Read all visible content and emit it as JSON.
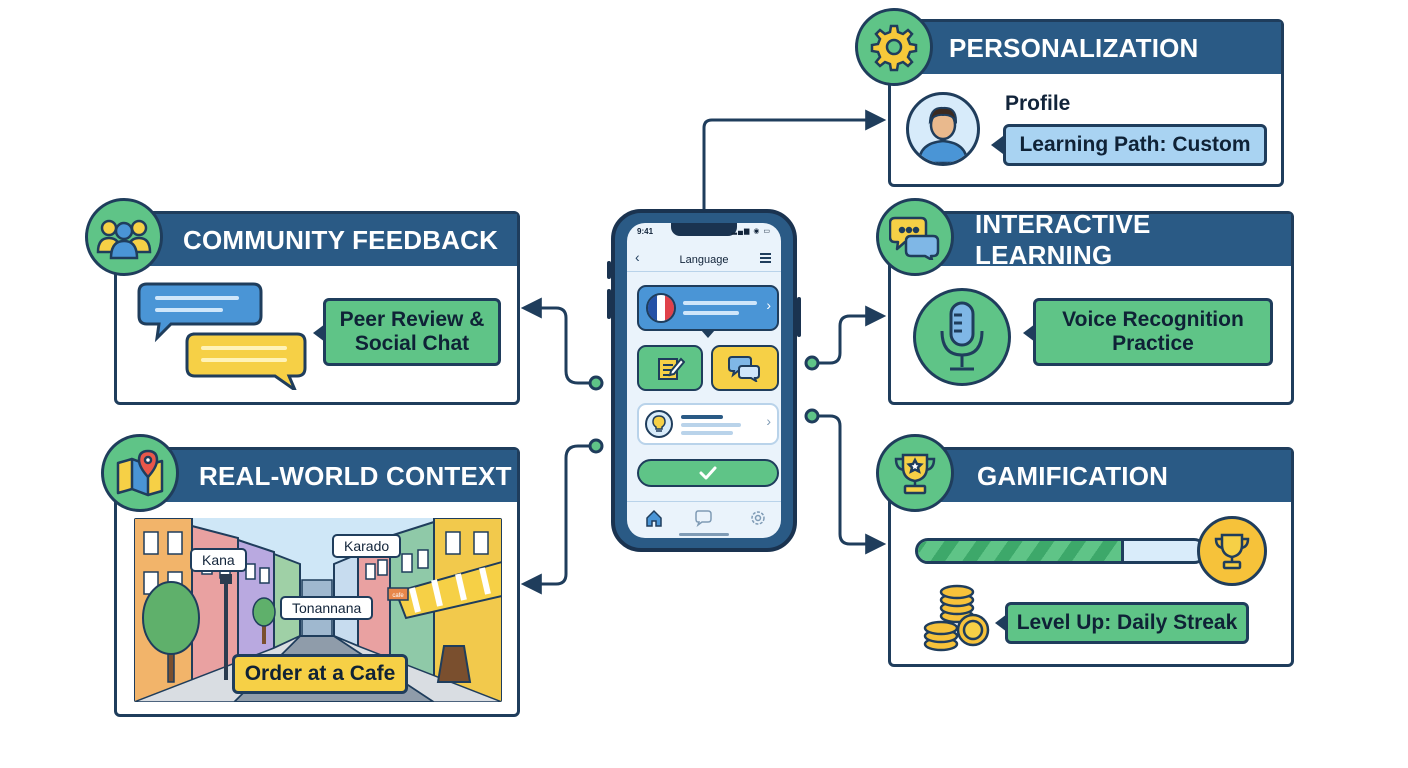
{
  "phone": {
    "time": "9:41",
    "title": "Language"
  },
  "personalization": {
    "title": "PERSONALIZATION",
    "profile_label": "Profile",
    "path_label": "Learning Path: Custom"
  },
  "community": {
    "title": "COMMUNITY FEEDBACK",
    "label": "Peer Review & Social Chat"
  },
  "interactive": {
    "title": "INTERACTIVE LEARNING",
    "label": "Voice Recognition Practice"
  },
  "realworld": {
    "title": "REAL-WORLD CONTEXT",
    "tag_1": "Kana",
    "tag_2": "Karado",
    "tag_3": "Tonannana",
    "sign": "cafe",
    "scene_label": "Order at a Cafe"
  },
  "gamification": {
    "title": "GAMIFICATION",
    "label": "Level Up: Daily Streak",
    "progress": 0.72
  },
  "icons": [
    "gear-icon",
    "people-icon",
    "map-pin-icon",
    "chat-bubbles-icon",
    "trophy-icon",
    "microphone-icon",
    "coins-icon",
    "home-icon",
    "check-icon",
    "lightbulb-icon",
    "france-flag-icon",
    "notepad-icon"
  ]
}
